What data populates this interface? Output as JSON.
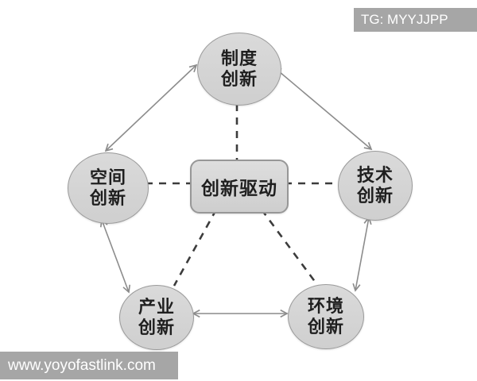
{
  "watermarks": {
    "top_right": "TG: MYYJJPP",
    "bottom_left": "www.yoyofastlink.com"
  },
  "diagram": {
    "center": {
      "label": "创新驱动"
    },
    "nodes": {
      "institution": {
        "label": "制度创新",
        "line1": "制度",
        "line2": "创新"
      },
      "space": {
        "label": "空间创新",
        "line1": "空间",
        "line2": "创新"
      },
      "technology": {
        "label": "技术创新",
        "line1": "技术",
        "line2": "创新"
      },
      "industry": {
        "label": "产业创新",
        "line1": "产业",
        "line2": "创新"
      },
      "environment": {
        "label": "环境创新",
        "line1": "环境",
        "line2": "创新"
      }
    },
    "relations": {
      "solid_bidirectional_edges": [
        [
          "制度创新",
          "空间创新"
        ],
        [
          "制度创新",
          "技术创新"
        ],
        [
          "空间创新",
          "产业创新"
        ],
        [
          "技术创新",
          "环境创新"
        ],
        [
          "产业创新",
          "环境创新"
        ]
      ],
      "dashed_edges_from_center": [
        "制度创新",
        "空间创新",
        "技术创新",
        "产业创新",
        "环境创新"
      ]
    },
    "colors": {
      "node_fill": "#d4d4d4",
      "node_border": "#9a9a9a",
      "solid_arrow": "#8c8c8c",
      "dashed_line": "#3c3c3c",
      "node_text": "#1f1f1f",
      "watermark_bg": "#a6a6a6",
      "watermark_text": "#ffffff",
      "background": "#ffffff"
    }
  }
}
